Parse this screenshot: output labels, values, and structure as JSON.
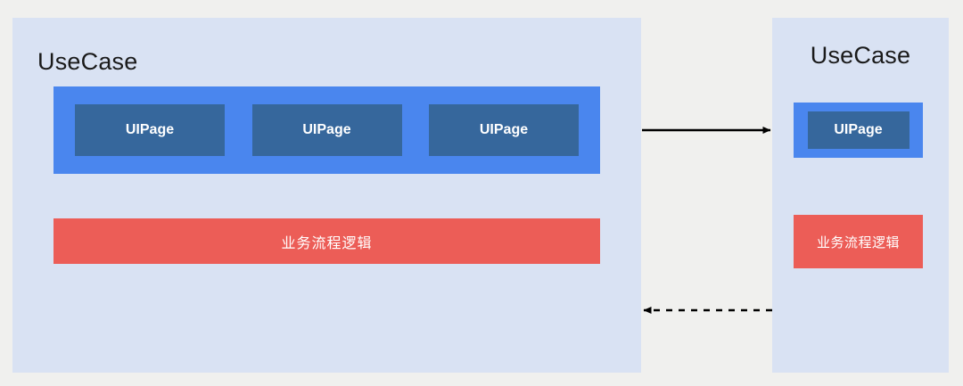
{
  "diagram": {
    "title_text": "UseCase",
    "colors": {
      "page_background": "#f0f0ee",
      "panel_background": "#d9e2f3",
      "ui_layer_blue": "#4a86ee",
      "uipage_dark_blue": "#36679c",
      "logic_red": "#ec5d57",
      "text_dark": "#1a1a1a",
      "text_light": "#ffffff",
      "connector_black": "#000000"
    },
    "left_panel": {
      "title": "UseCase",
      "ui_pages": [
        {
          "label": "UIPage"
        },
        {
          "label": "UIPage"
        },
        {
          "label": "UIPage"
        }
      ],
      "logic_label": "业务流程逻辑"
    },
    "right_panel": {
      "title": "UseCase",
      "ui_pages": [
        {
          "label": "UIPage"
        }
      ],
      "logic_label": "业务流程逻辑"
    },
    "connectors": [
      {
        "name": "solid-arrow-right",
        "style": "solid",
        "direction": "right",
        "label": ""
      },
      {
        "name": "dashed-arrow-left",
        "style": "dashed",
        "direction": "left",
        "label": ""
      }
    ]
  }
}
